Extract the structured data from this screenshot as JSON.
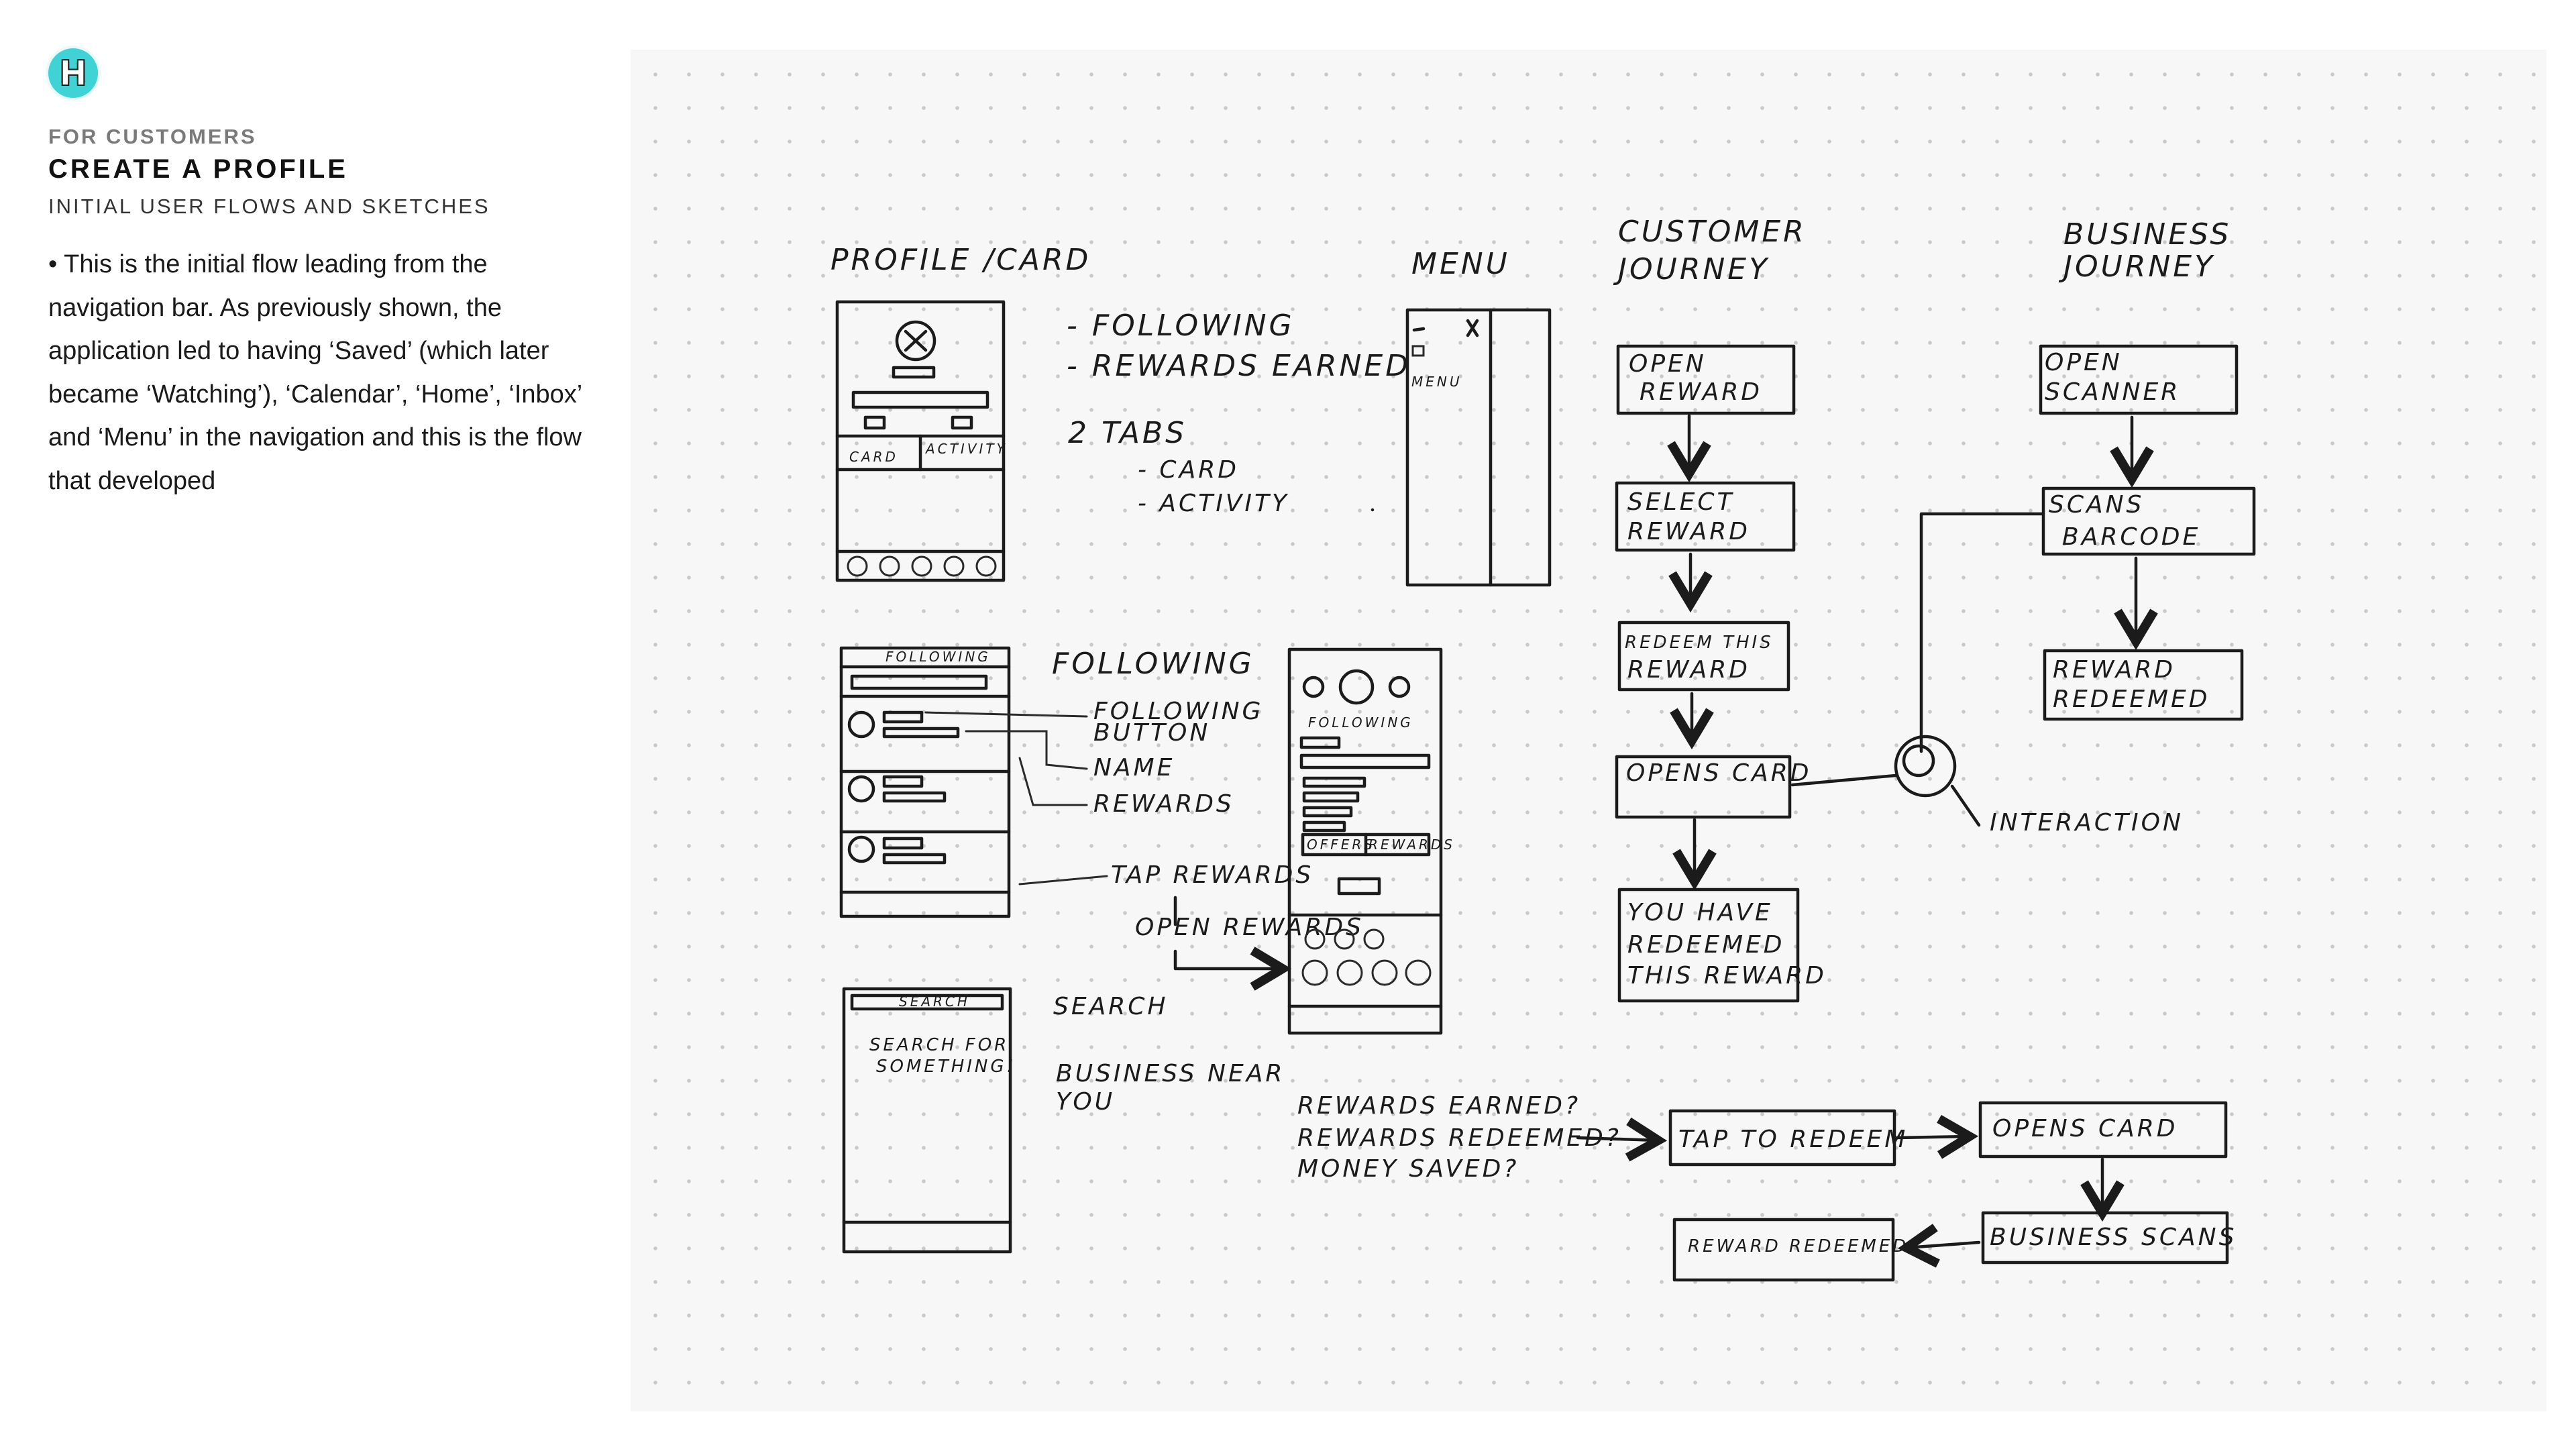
{
  "brand": {
    "logo_letter": "H"
  },
  "header": {
    "eyebrow": "FOR CUSTOMERS",
    "title": "CREATE A PROFILE",
    "subtitle": "INITIAL USER FLOWS AND SKETCHES"
  },
  "description": "• This is the initial flow leading from the navigation bar. As previously shown, the application led to having ‘Saved’ (which later became ‘Watching’), ‘Calendar’, ‘Home’, ‘Inbox’ and ‘Menu’ in the navigation and this is the flow that developed",
  "colors": {
    "accent": "#3fd3d6",
    "panel": "#f7f7f7",
    "ink": "#1b1b1b"
  },
  "sketch": {
    "profile_card": {
      "heading": "PROFILE /CARD",
      "tab_card": "CARD",
      "tab_activity": "ACTIVITY",
      "notes": [
        "- FOLLOWING",
        "- REWARDS EARNED",
        "2 TABS",
        "- CARD",
        "- ACTIVITY"
      ]
    },
    "menu": {
      "heading": "MENU",
      "screen_label": "MENU"
    },
    "following": {
      "heading": "FOLLOWING",
      "screen_title": "FOLLOWING",
      "notes": [
        "FOLLOWING",
        "BUTTON",
        "NAME",
        "REWARDS",
        "TAP REWARDS",
        "OPEN REWARDS"
      ]
    },
    "detail_screen": {
      "title": "FOLLOWING",
      "tab_offers": "OFFERS",
      "tab_rewards": "REWARDS"
    },
    "search": {
      "heading": "SEARCH",
      "screen_title": "SEARCH",
      "placeholder_line1": "SEARCH FOR",
      "placeholder_line2": "SOMETHING!",
      "note_line1": "BUSINESS NEAR",
      "note_line2": "YOU"
    },
    "customer_journey": {
      "heading_line1": "CUSTOMER",
      "heading_line2": "JOURNEY",
      "steps": [
        [
          "OPEN",
          "REWARD"
        ],
        [
          "SELECT",
          "REWARD"
        ],
        [
          "REDEEM THIS",
          "REWARD"
        ],
        [
          "OPENS CARD"
        ],
        [
          "YOU HAVE",
          "REDEEMED",
          "THIS REWARD"
        ]
      ]
    },
    "business_journey": {
      "heading_line1": "BUSINESS",
      "heading_line2": "JOURNEY",
      "steps": [
        [
          "OPEN",
          "SCANNER"
        ],
        [
          "SCANS",
          "BARCODE"
        ],
        [
          "REWARD",
          "REDEEMED"
        ]
      ]
    },
    "interaction_label": "INTERACTION",
    "questions": [
      "REWARDS EARNED?",
      "REWARDS REDEEMED?",
      "MONEY SAVED?"
    ],
    "redeem_flow": [
      "TAP TO REDEEM",
      "OPENS CARD",
      "BUSINESS SCANS",
      "REWARD REDEEMED"
    ]
  }
}
